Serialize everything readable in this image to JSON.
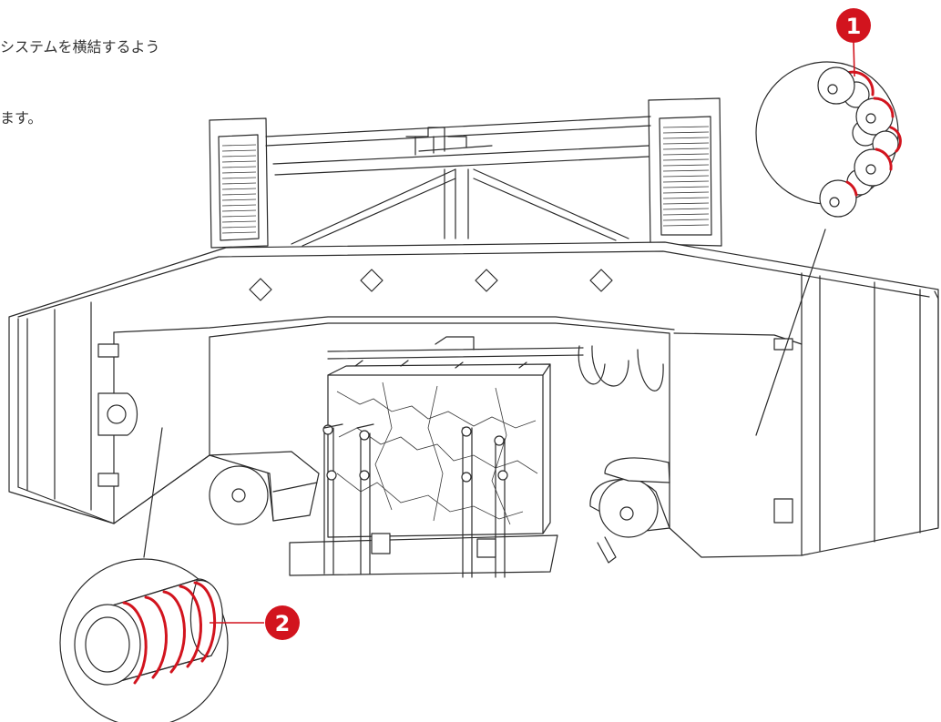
{
  "caption": {
    "line1": "システムを横結するよう",
    "line2": "ます。"
  },
  "callouts": [
    {
      "number": "1",
      "subject": "pulley-rollers"
    },
    {
      "number": "2",
      "subject": "grooved-roller"
    }
  ],
  "colors": {
    "accent": "#d2141e",
    "line": "#2a2a2a",
    "background": "#ffffff"
  }
}
